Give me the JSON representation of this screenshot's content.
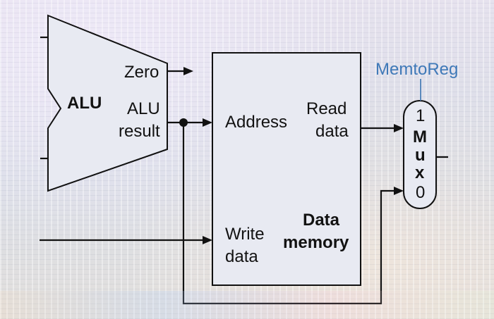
{
  "alu": {
    "name": "ALU",
    "zero": "Zero",
    "result_line1": "ALU",
    "result_line2": "result"
  },
  "data_memory": {
    "name_line1": "Data",
    "name_line2": "memory",
    "address": "Address",
    "read_line1": "Read",
    "read_line2": "data",
    "write_line1": "Write",
    "write_line2": "data"
  },
  "mux": {
    "control": "MemtoReg",
    "input_top": "1",
    "letters": [
      "M",
      "u",
      "x"
    ],
    "input_bottom": "0"
  },
  "colors": {
    "control_signal": "#3f79b8",
    "wire": "#111111",
    "background": "#d7dbe6"
  },
  "icons": {
    "alu": "alu-shape",
    "memory": "data-memory-block",
    "mux": "multiplexer-shape"
  }
}
